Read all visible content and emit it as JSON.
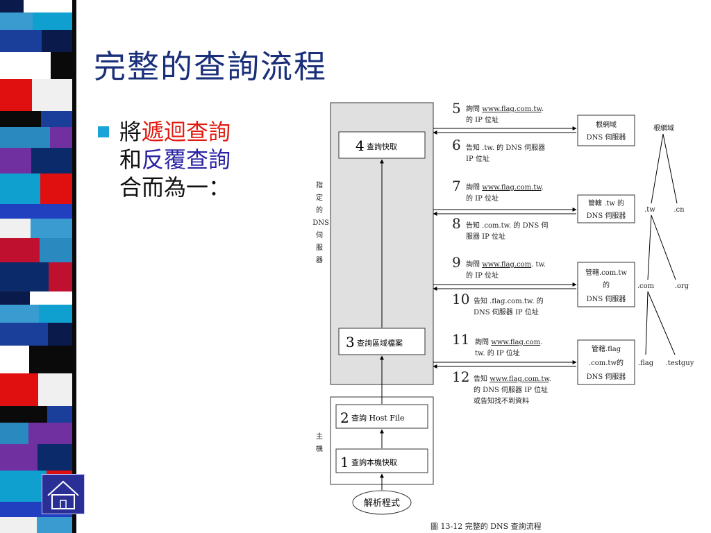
{
  "title": "完整的查詢流程",
  "bullet": {
    "line1_prefix": "將",
    "line1_highlight": "遞迴查詢",
    "line2_prefix": "和",
    "line2_highlight": "反覆查詢",
    "line3": "合而為一："
  },
  "diagram": {
    "resolver_labels": {
      "specified_dns": [
        "指",
        "定",
        "的",
        "DNS",
        "伺",
        "服",
        "器"
      ],
      "host": [
        "主",
        "機"
      ]
    },
    "dns_boxes": [
      {
        "num": "4",
        "text": "查詢快取"
      },
      {
        "num": "3",
        "text": "查詢區域檔案"
      }
    ],
    "host_boxes": [
      {
        "num": "2",
        "text": "查詢 Host File"
      },
      {
        "num": "1",
        "text": "查詢本機快取"
      }
    ],
    "resolver": "解析程式",
    "servers": [
      {
        "line1": "根網域",
        "line2": "DNS  伺服器"
      },
      {
        "line1": "管轄 .tw 的",
        "line2": "DNS  伺服器"
      },
      {
        "line1": "管轄.com.tw",
        "line1b": "的",
        "line2": "DNS  伺服器"
      },
      {
        "line1": "管轄.flag",
        "line1b": ".com.tw的",
        "line2": "DNS  伺服器"
      }
    ],
    "steps": [
      {
        "num": "5",
        "pre": "詢問 ",
        "url": "www.flag.com.tw",
        "post": ".",
        "line2": "的 IP 位址"
      },
      {
        "num": "6",
        "line1": "告知 .tw. 的 DNS 伺服器",
        "line2": "IP 位址"
      },
      {
        "num": "7",
        "pre": "詢問 ",
        "url": "www.flag.com.tw",
        "post": ".",
        "line2": "的 IP 位址"
      },
      {
        "num": "8",
        "line1": "告知 .com.tw. 的 DNS 伺",
        "line2": "服器 IP 位址"
      },
      {
        "num": "9",
        "pre": "詢問 ",
        "url": "www.flag.com",
        "post": ". tw.",
        "line2": "的 IP 位址"
      },
      {
        "num": "10",
        "line1": "告知 .flag.com.tw. 的",
        "line2": "DNS 伺服器 IP 位址"
      },
      {
        "num": "11",
        "pre": "詢問 ",
        "url": "www.flag.com",
        "post": ".",
        "line2": "tw. 的 IP 位址"
      },
      {
        "num": "12",
        "pre": "告知 ",
        "url": "www.flag.com.tw",
        "post": ".",
        "line2": "的 DNS 伺服器 IP 位址",
        "line3": "或告知找不到資料"
      }
    ],
    "tree": {
      "root": "根網域",
      "tld": [
        ".tw",
        ".cn"
      ],
      "second": [
        ".com",
        ".org"
      ],
      "third": [
        ".flag",
        ".testguy"
      ]
    },
    "caption": "圖 13-12   完整的 DNS 查詢流程"
  },
  "colors": {
    "title": "#1a2f7a",
    "red": "#e01a10",
    "blue": "#2a23a3",
    "bullet": "#1aa3d6",
    "panel": "#e0e0e0",
    "home_button": "#2a2f96"
  }
}
